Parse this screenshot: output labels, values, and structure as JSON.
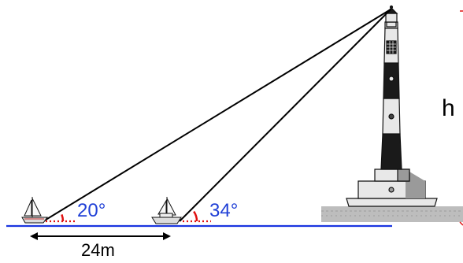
{
  "diagram": {
    "angle_far": "20°",
    "angle_near": "34°",
    "distance": "24m",
    "height_label": "h",
    "colors": {
      "angle_text": "#1f3fd6",
      "angle_arc": "#e01010",
      "dotted_ref": "#e01010",
      "sea_line": "#1a35e0",
      "sight_line": "#000000",
      "lighthouse_dark": "#1a1a1a",
      "lighthouse_light": "#e8e8e8",
      "ground": "#bdbdbd"
    }
  }
}
